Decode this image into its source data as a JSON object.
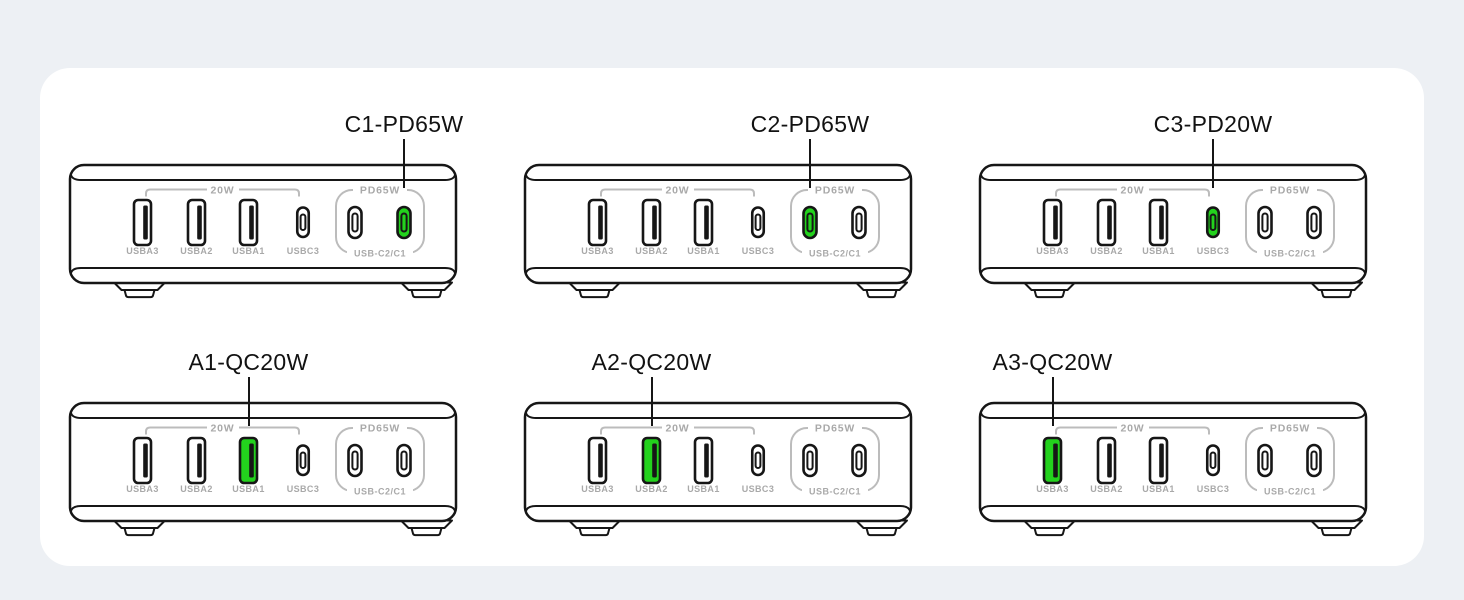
{
  "page": {
    "background": "#edf0f4",
    "card_background": "#ffffff"
  },
  "colors": {
    "outline": "#161616",
    "muted_line": "#bcbcbc",
    "muted_text": "#a9a9a9",
    "highlight_green": "#23d21d"
  },
  "shared_labels": {
    "group_20w": "20W",
    "group_pd65w": "PD65W",
    "pd_group_ports": "USB-C2/C1",
    "port_labels": [
      "USBA3",
      "USBA2",
      "USBA1",
      "USBC3"
    ]
  },
  "chargers": [
    {
      "id": "c1",
      "title": "C1-PD65W",
      "highlight_port": "usb-c1"
    },
    {
      "id": "c2",
      "title": "C2-PD65W",
      "highlight_port": "usb-c2"
    },
    {
      "id": "c3",
      "title": "C3-PD20W",
      "highlight_port": "usb-c3"
    },
    {
      "id": "a1",
      "title": "A1-QC20W",
      "highlight_port": "usb-a1"
    },
    {
      "id": "a2",
      "title": "A2-QC20W",
      "highlight_port": "usb-a2"
    },
    {
      "id": "a3",
      "title": "A3-QC20W",
      "highlight_port": "usb-a3"
    }
  ]
}
